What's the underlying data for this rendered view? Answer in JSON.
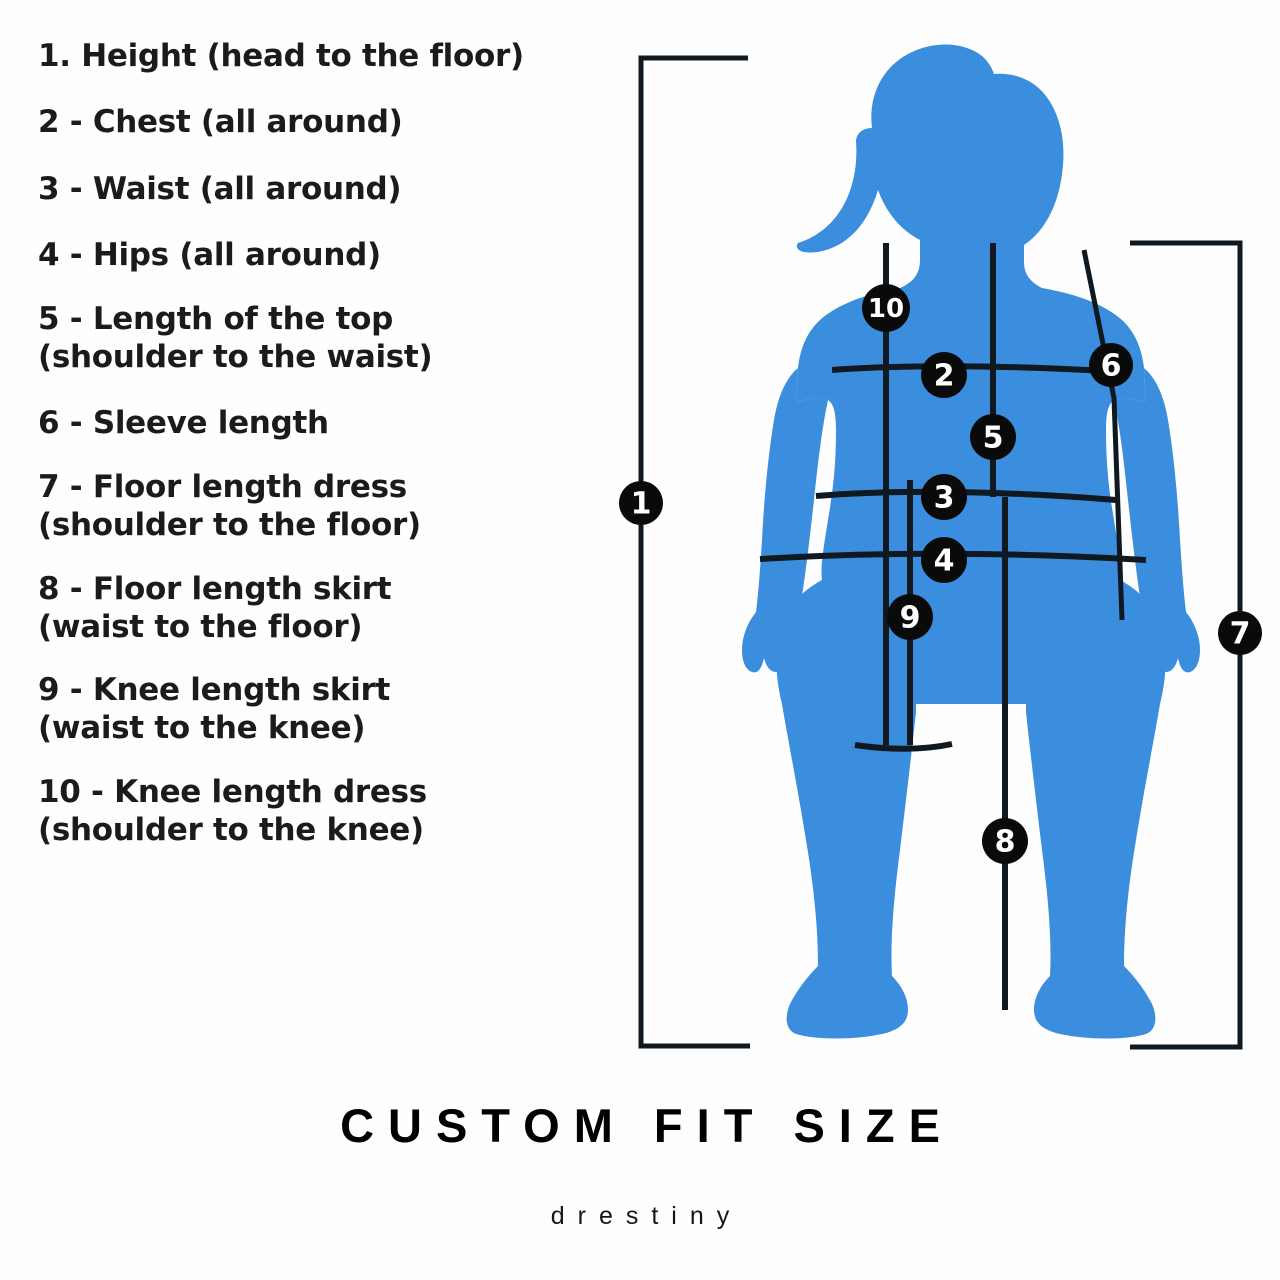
{
  "measurements": [
    {
      "id": "height",
      "label": "1. Height (head to the floor)",
      "badge": "1",
      "two_line": false
    },
    {
      "id": "chest",
      "label": "2 - Chest (all around)",
      "badge": "2",
      "two_line": false
    },
    {
      "id": "waist",
      "label": "3 - Waist (all around)",
      "badge": "3",
      "two_line": false
    },
    {
      "id": "hips",
      "label": "4 - Hips (all around)",
      "badge": "4",
      "two_line": false
    },
    {
      "id": "length-of-top",
      "label": "5 - Length of the top\n(shoulder to the waist)",
      "badge": "5",
      "two_line": true
    },
    {
      "id": "sleeve-length",
      "label": "6 - Sleeve length",
      "badge": "6",
      "two_line": false
    },
    {
      "id": "floor-length-dress",
      "label": "7 - Floor length dress\n(shoulder to the floor)",
      "badge": "7",
      "two_line": true
    },
    {
      "id": "floor-length-skirt",
      "label": "8 - Floor length skirt\n(waist to the floor)",
      "badge": "8",
      "two_line": true
    },
    {
      "id": "knee-length-skirt",
      "label": "9 - Knee length skirt\n(waist to the knee)",
      "badge": "9",
      "two_line": true
    },
    {
      "id": "knee-length-dress",
      "label": "10 - Knee length dress\n(shoulder to the knee)",
      "badge": "10",
      "two_line": true
    }
  ],
  "badges": {
    "height": "1",
    "chest": "2",
    "waist": "3",
    "hips": "4",
    "length_of_top": "5",
    "sleeve": "6",
    "floor_dress": "7",
    "floor_skirt": "8",
    "knee_skirt": "9",
    "knee_dress": "10"
  },
  "footer": {
    "title": "CUSTOM FIT SIZE",
    "brand": "drestiny"
  },
  "colors": {
    "figure_blue": "#3b8edd",
    "line_black": "#101820",
    "badge_black": "#0a0a0a",
    "badge_text": "#ffffff",
    "background": "#ffffff",
    "text": "#1b1b1b"
  }
}
